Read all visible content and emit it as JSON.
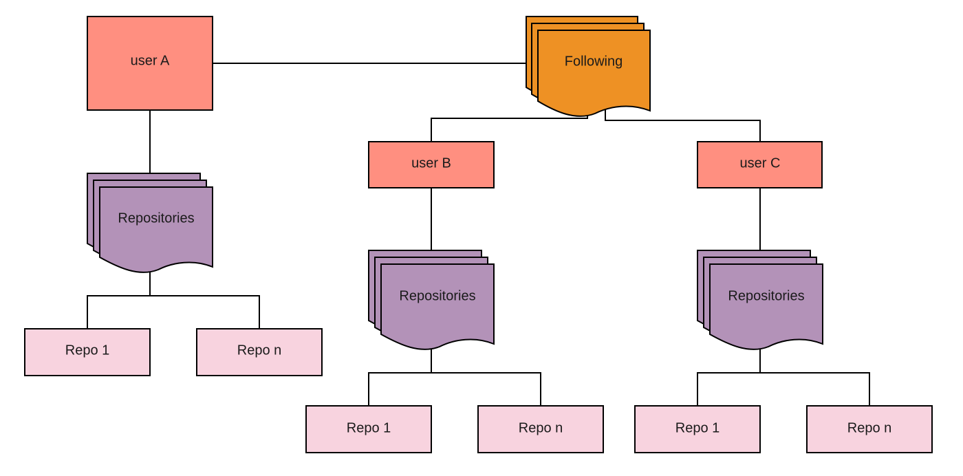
{
  "following": {
    "label": "Following"
  },
  "users": [
    {
      "id": "a",
      "label": "user A",
      "repositories_label": "Repositories",
      "repos": [
        "Repo 1",
        "Repo n"
      ]
    },
    {
      "id": "b",
      "label": "user B",
      "repositories_label": "Repositories",
      "repos": [
        "Repo 1",
        "Repo n"
      ]
    },
    {
      "id": "c",
      "label": "user C",
      "repositories_label": "Repositories",
      "repos": [
        "Repo 1",
        "Repo n"
      ]
    }
  ],
  "colors": {
    "user": "#FF8F80",
    "following": "#EE9124",
    "repositories": "#B392B8",
    "repo": "#F8D3DF",
    "line": "#000000"
  }
}
